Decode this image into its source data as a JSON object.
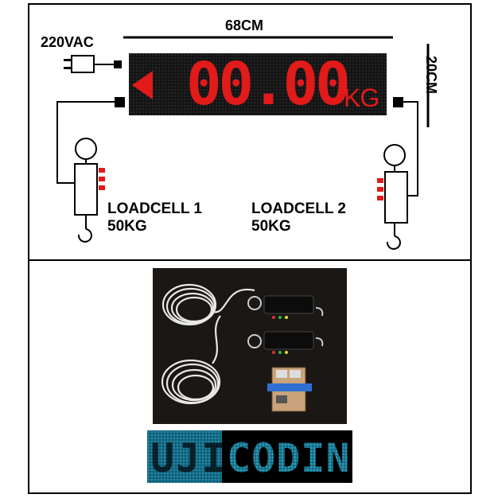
{
  "diagram": {
    "dimension_width": "68CM",
    "dimension_height": "20CM",
    "power_label": "220VAC",
    "display": {
      "reading": "00.00",
      "unit": "KG",
      "digit_color": "#e11a1a",
      "background_color": "#141414"
    },
    "loadcells": [
      {
        "name": "LOADCELL 1",
        "capacity": "50KG"
      },
      {
        "name": "LOADCELL 2",
        "capacity": "50KG"
      }
    ]
  },
  "logo": {
    "left_text": "UJI",
    "right_text": "CODING",
    "accent_color": "#1f8fb0"
  }
}
